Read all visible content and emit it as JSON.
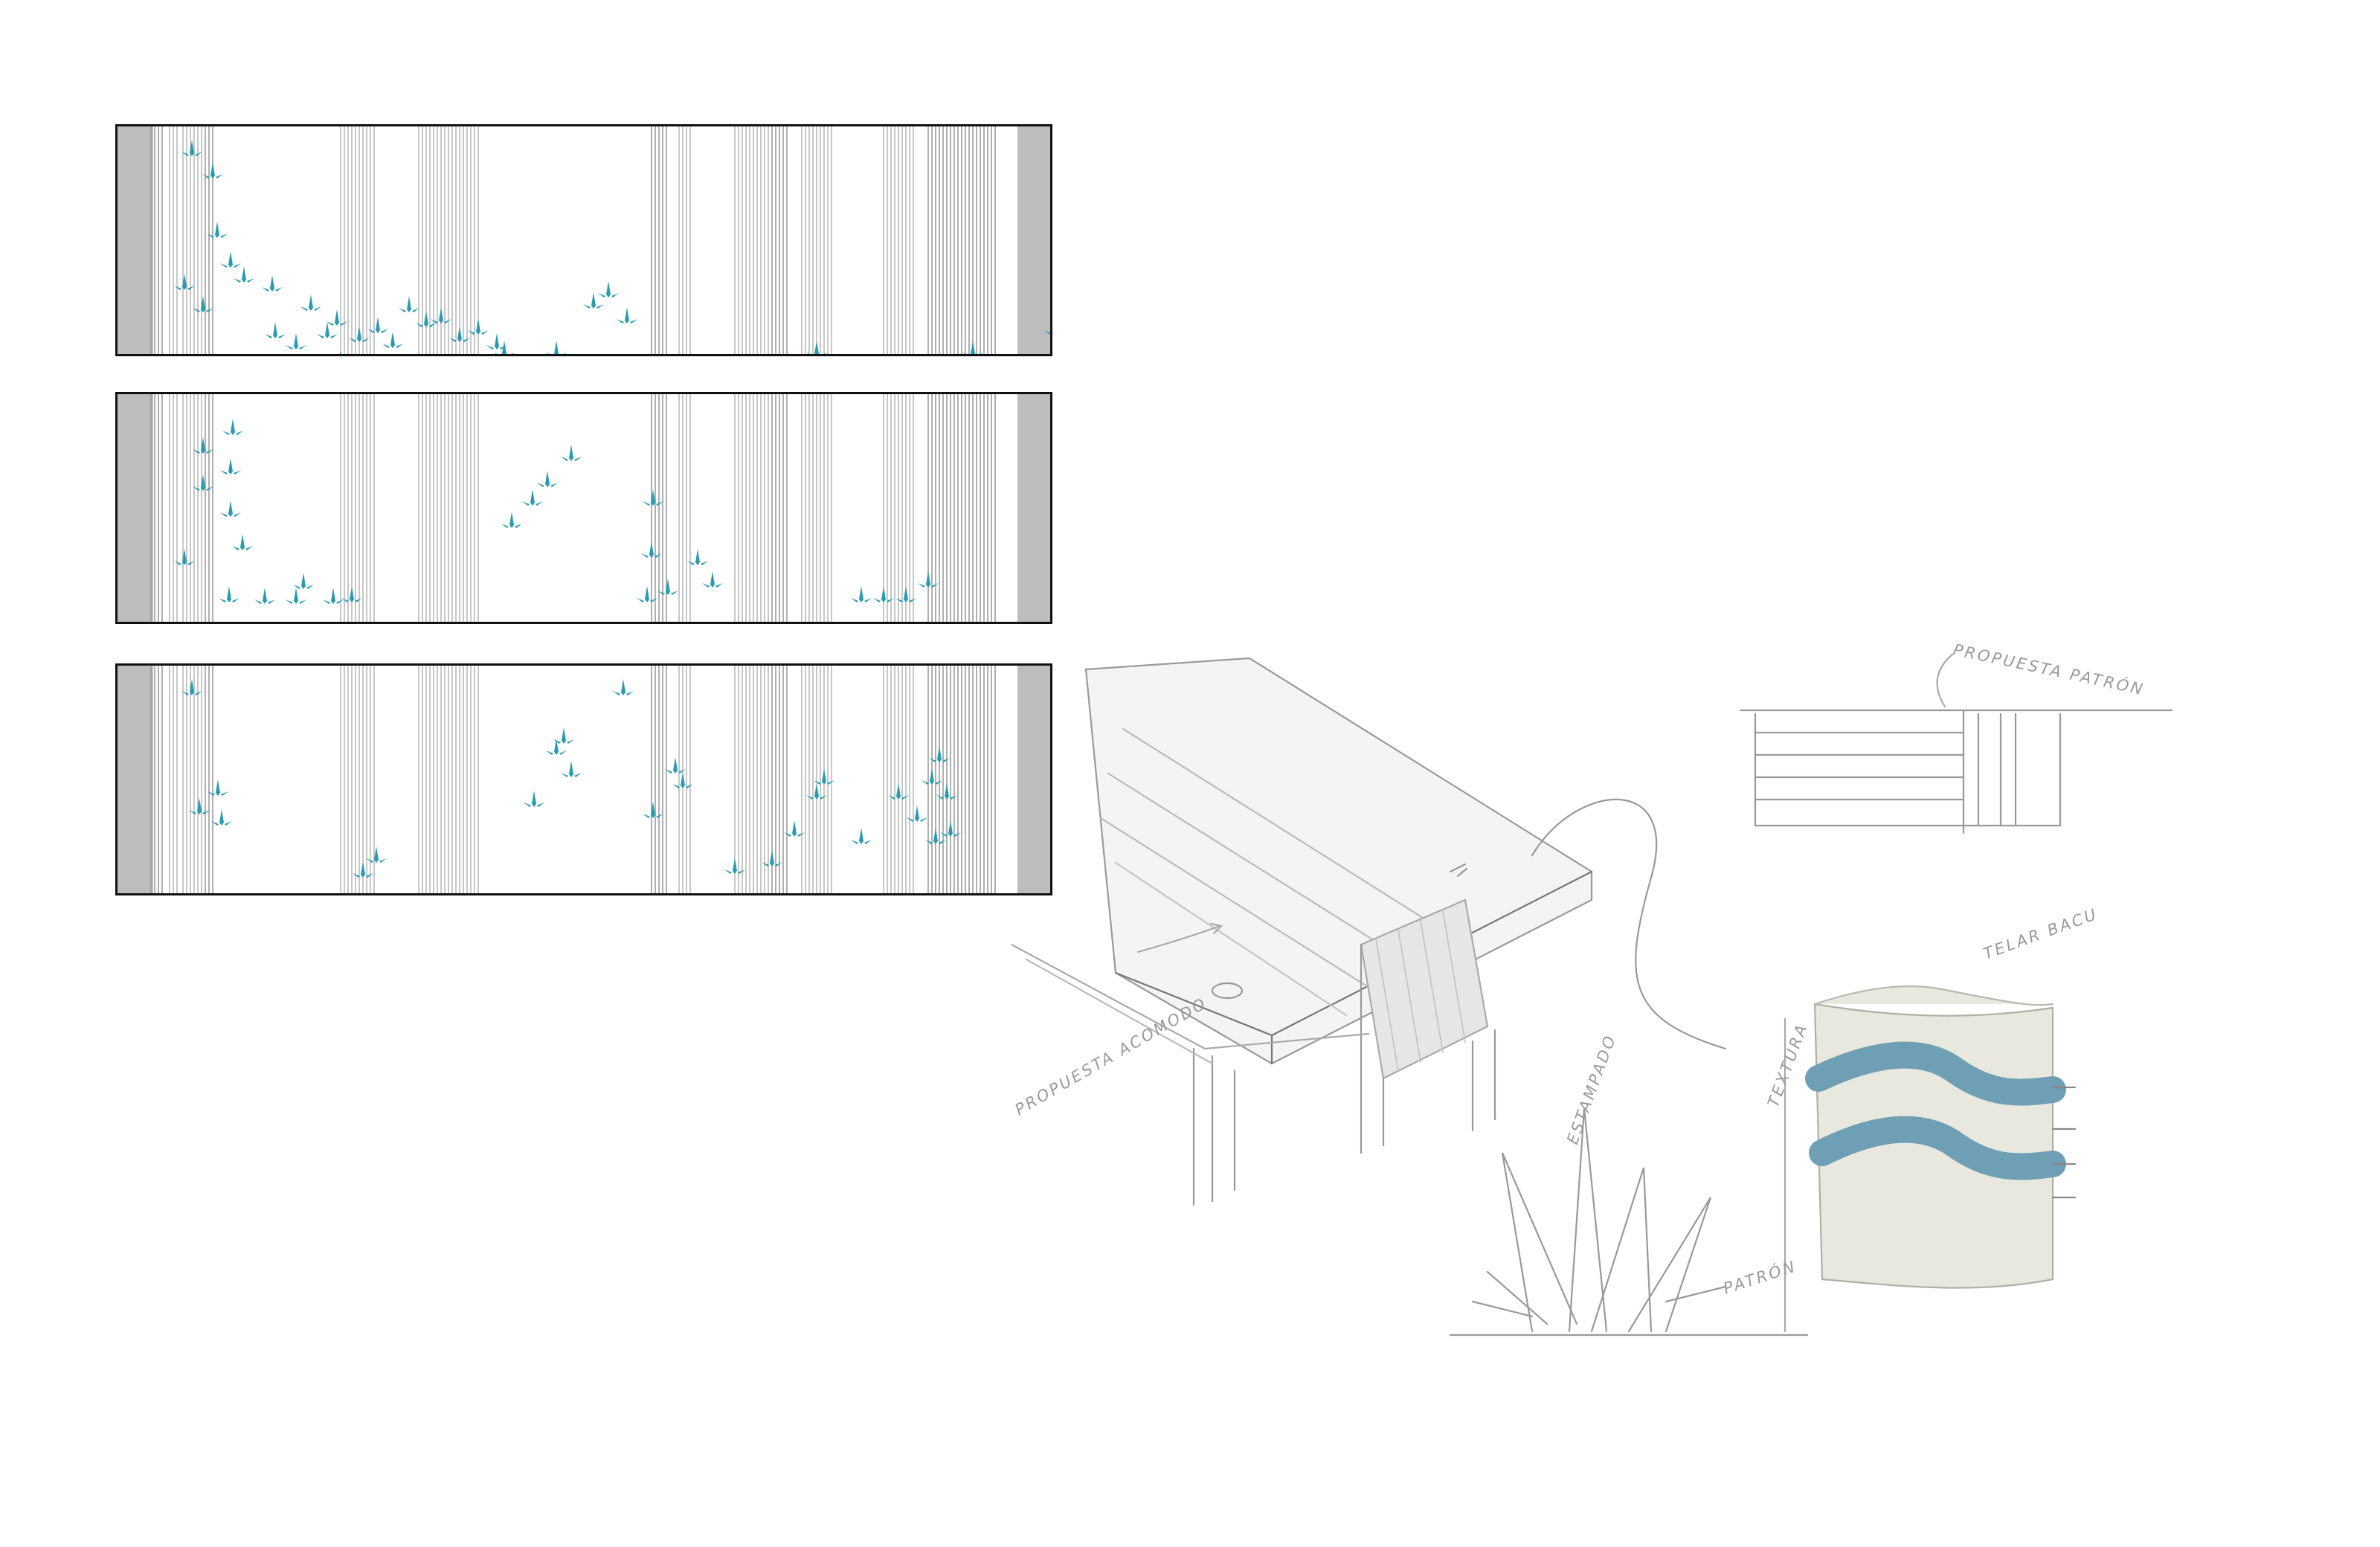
{
  "colors": {
    "agave": "#2a9bb0",
    "stripe": "#9c9c9c",
    "band": "#bdbdbd",
    "sketch_line": "#8a8a8a",
    "wave": "#6f9fb4",
    "fabric": "#e9e8de"
  },
  "panels": [
    {
      "id": "pattern-1",
      "agave_count": 32
    },
    {
      "id": "pattern-2",
      "agave_count": 27
    },
    {
      "id": "pattern-3",
      "agave_count": 28
    }
  ],
  "sketch": {
    "label_propuesta_patron": "PROPUESTA PATRÓN",
    "label_telar_bacu": "TELAR BACU",
    "label_estampado": "ESTAMPADO",
    "label_textura": "TEXTURA",
    "label_propuesta_acomodo": "PROPUESTA ACOMODO",
    "label_patron": "PATRÓN"
  }
}
